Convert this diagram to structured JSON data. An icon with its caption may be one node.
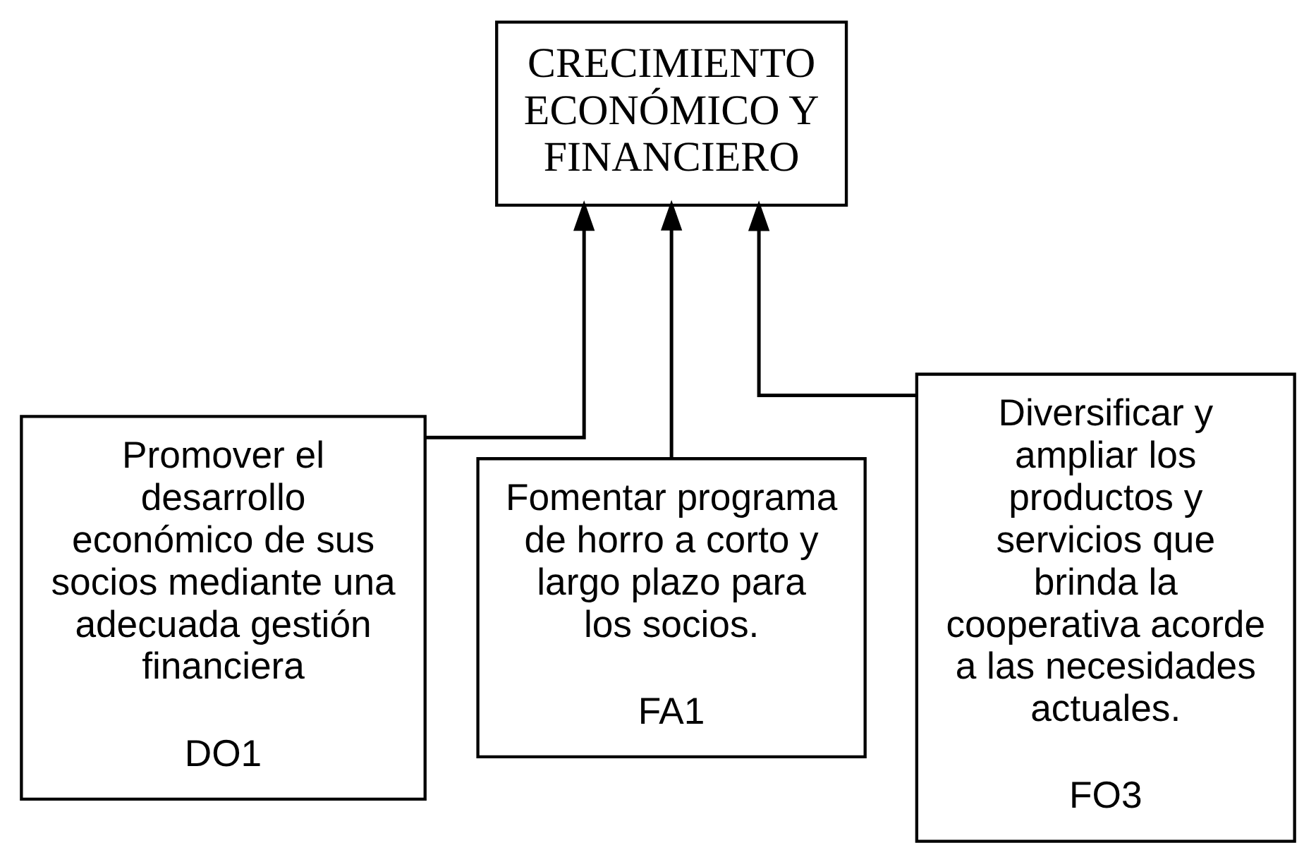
{
  "diagram": {
    "nodes": [
      {
        "text": [
          "CRECIMIENTO ECONÓMICO Y FINANCIERO"
        ]
      },
      {
        "text": [
          "Promover el desarrollo económico de sus socios mediante una adecuada gestión financiera",
          "DO1"
        ]
      },
      {
        "text": [
          "Fomentar programa de horro a corto y largo plazo para los socios.",
          "FA1"
        ]
      },
      {
        "text": [
          "Diversificar y ampliar los productos y servicios que brinda la cooperativa acorde a las necesidades actuales.",
          "FO3"
        ]
      }
    ],
    "edges": [
      {
        "from": 1,
        "to": 0,
        "arrow": "to"
      },
      {
        "from": 2,
        "to": 0,
        "arrow": "to"
      },
      {
        "from": 3,
        "to": 0,
        "arrow": "to"
      }
    ]
  }
}
